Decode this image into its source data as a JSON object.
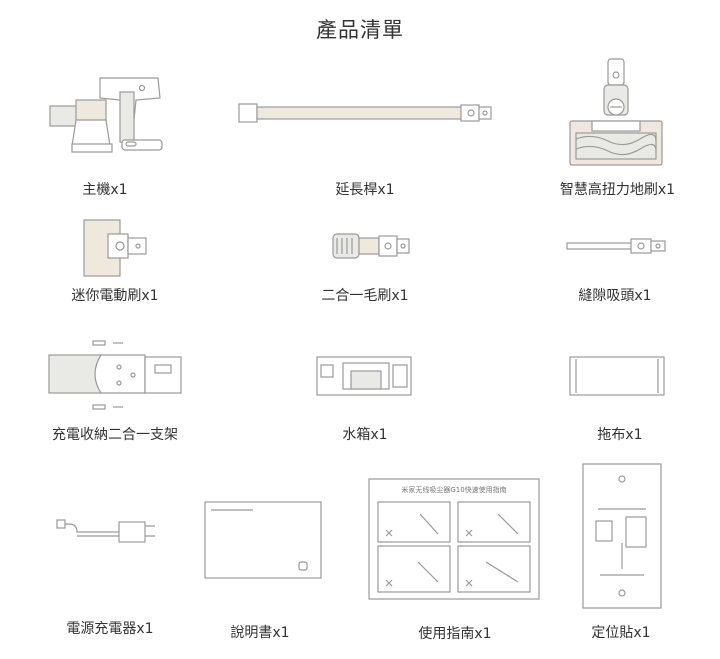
{
  "title": "產品清單",
  "items": [
    {
      "id": "main-unit",
      "label": "主機x1"
    },
    {
      "id": "extension-tube",
      "label": "延長桿x1"
    },
    {
      "id": "floor-brush",
      "label": "智慧高扭力地刷x1"
    },
    {
      "id": "mini-brush",
      "label": "迷你電動刷x1"
    },
    {
      "id": "two-in-one-brush",
      "label": "二合一毛刷x1"
    },
    {
      "id": "crevice-tool",
      "label": "縫隙吸頭x1"
    },
    {
      "id": "charging-stand",
      "label": "充電收納二合一支架"
    },
    {
      "id": "water-tank",
      "label": "水箱x1"
    },
    {
      "id": "mop-cloth",
      "label": "拖布x1"
    },
    {
      "id": "power-adapter",
      "label": "電源充電器x1"
    },
    {
      "id": "user-manual",
      "label": "說明書x1"
    },
    {
      "id": "user-guide",
      "label": "使用指南x1"
    },
    {
      "id": "position-sticker",
      "label": "定位貼x1"
    }
  ],
  "guide": {
    "heading": "米家无线吸尘器G10快速使用指南"
  }
}
